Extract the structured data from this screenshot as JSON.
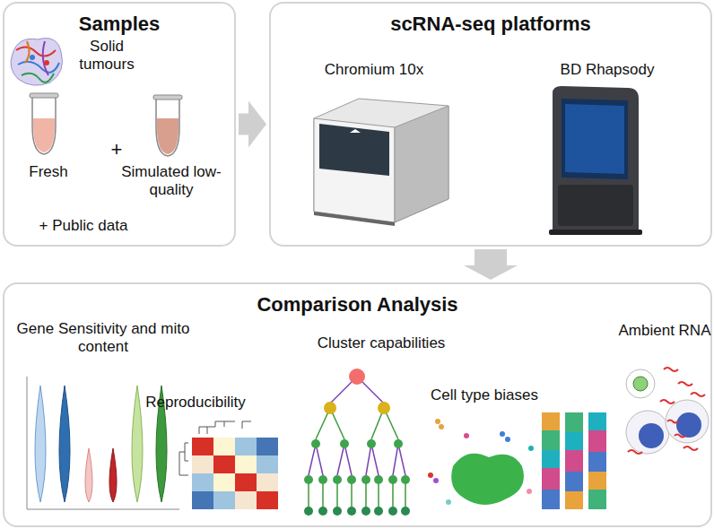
{
  "diagram": {
    "nodes": [
      {
        "text": [
          "Samples",
          "Solid tumours",
          "Fresh",
          "+",
          "Simulated low-quality",
          "+ Public data"
        ]
      },
      {
        "text": [
          "scRNA-seq platforms",
          "Chromium 10x",
          "BD Rhapsody"
        ]
      },
      {
        "text": [
          "Comparison Analysis",
          "Gene Sensitivity and mito content",
          "Reproducibility",
          "Cluster capabilities",
          "Cell type biases",
          "Ambient RNA"
        ]
      }
    ],
    "edges": [
      {
        "from": 0,
        "to": 1,
        "arrow": "to"
      },
      {
        "from": 1,
        "to": 2,
        "arrow": "to"
      }
    ]
  }
}
